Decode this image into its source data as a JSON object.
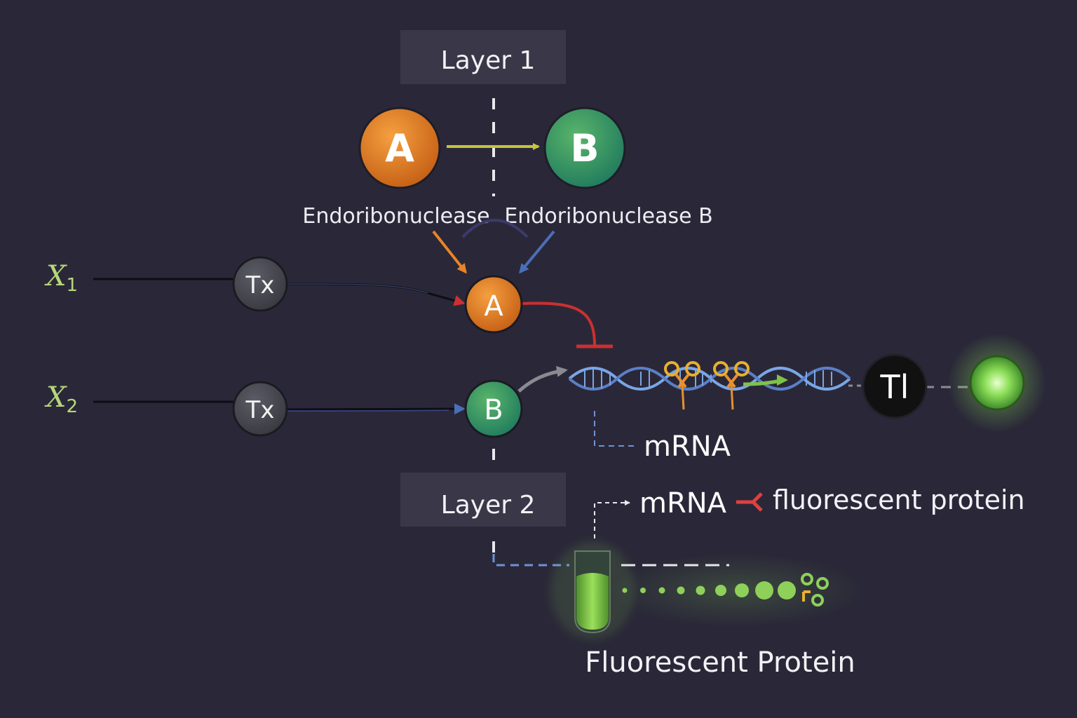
{
  "layers": {
    "layer1": "Layer 1",
    "layer2": "Layer 2"
  },
  "nodes": {
    "a_top": "A",
    "b_top": "B",
    "a_mid": "A",
    "b_mid": "B",
    "tx1": "Tx",
    "tx2": "Tx",
    "tl": "Tl"
  },
  "labels": {
    "endo_a": "Endoribonuclease",
    "endo_b": "Endoribonuclease B",
    "mrna_1": "mRNA",
    "mrna_2": "mRNA",
    "fluor_protein_small": "fluorescent protein",
    "fluor_protein_big": "Fluorescent Protein"
  },
  "inputs": {
    "x1": {
      "base": "X",
      "sub": "1"
    },
    "x2": {
      "base": "X",
      "sub": "2"
    }
  },
  "icons": [
    "scissors-icon",
    "test-tube-icon",
    "inhibition-icon",
    "glow-protein-icon",
    "dna-helix-icon"
  ],
  "colors": {
    "background": "#2a2838",
    "node_a": "#e07a1f",
    "node_b": "#2f9a6a",
    "node_tx": "#4a4a52",
    "node_tl": "#111111",
    "inhibit": "#cc3030",
    "activate_yellow": "#c6c43a",
    "arrow_orange": "#e8832a",
    "arrow_blue": "#4a6fb8",
    "helix_blue": "#7aa6e6",
    "glow_green": "#8ee05a",
    "input_label": "#b6d77a"
  }
}
